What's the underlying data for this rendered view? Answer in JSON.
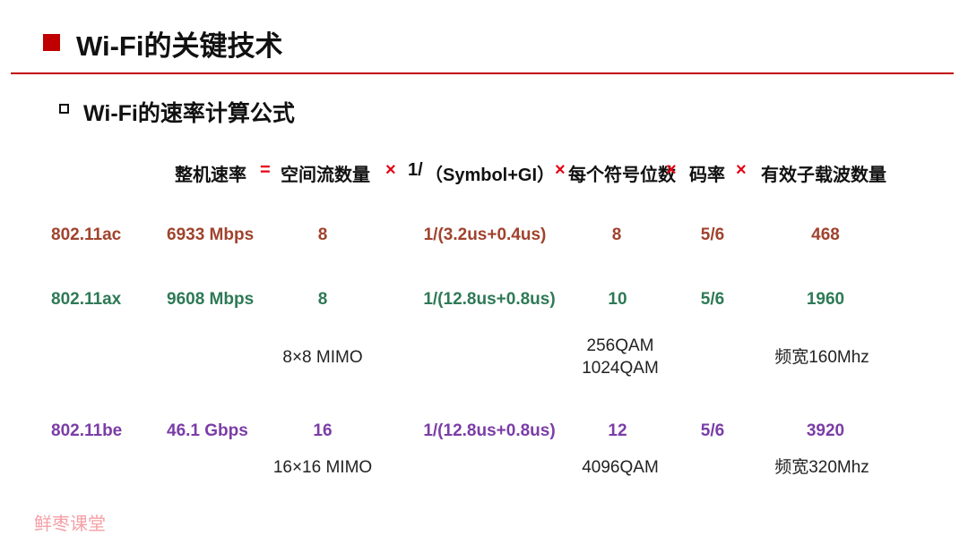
{
  "header": {
    "title": "Wi-Fi的关键技术",
    "subtitle": "Wi-Fi的速率计算公式"
  },
  "formula": {
    "total_rate": "整机速率",
    "equals": "=",
    "spatial_streams": "空间流数量",
    "times1": "×",
    "one_over": "1/",
    "symbol_gi": "（Symbol+GI）",
    "times2": "×",
    "bits_per_symbol": "每个符号位数",
    "times3": "×",
    "code_rate": "码率",
    "times4": "×",
    "subcarriers": "有效子载波数量"
  },
  "rows": [
    {
      "std": "802.11ac",
      "rate": "6933 Mbps",
      "streams": "8",
      "symbol": "1/(3.2us+0.4us)",
      "bits": "8",
      "code": "5/6",
      "subcarriers": "468"
    },
    {
      "std": "802.11ax",
      "rate": "9608 Mbps",
      "streams": "8",
      "symbol": "1/(12.8us+0.8us)",
      "bits": "10",
      "code": "5/6",
      "subcarriers": "1960"
    },
    {
      "std": "802.11be",
      "rate": "46.1 Gbps",
      "streams": "16",
      "symbol": "1/(12.8us+0.8us)",
      "bits": "12",
      "code": "5/6",
      "subcarriers": "3920"
    }
  ],
  "notes": {
    "ax_mimo": "8×8 MIMO",
    "ax_qam_1": "256QAM",
    "ax_qam_2": "1024QAM",
    "ax_bandwidth": "频宽160Mhz",
    "be_mimo": "16×16 MIMO",
    "be_qam": "4096QAM",
    "be_bandwidth": "频宽320Mhz"
  },
  "footer": {
    "watermark": "鲜枣课堂"
  },
  "colors": {
    "accent": "#c00000",
    "ac": "#a0432d",
    "ax": "#2e7a56",
    "be": "#7b3da7",
    "operator": "#e60012"
  }
}
